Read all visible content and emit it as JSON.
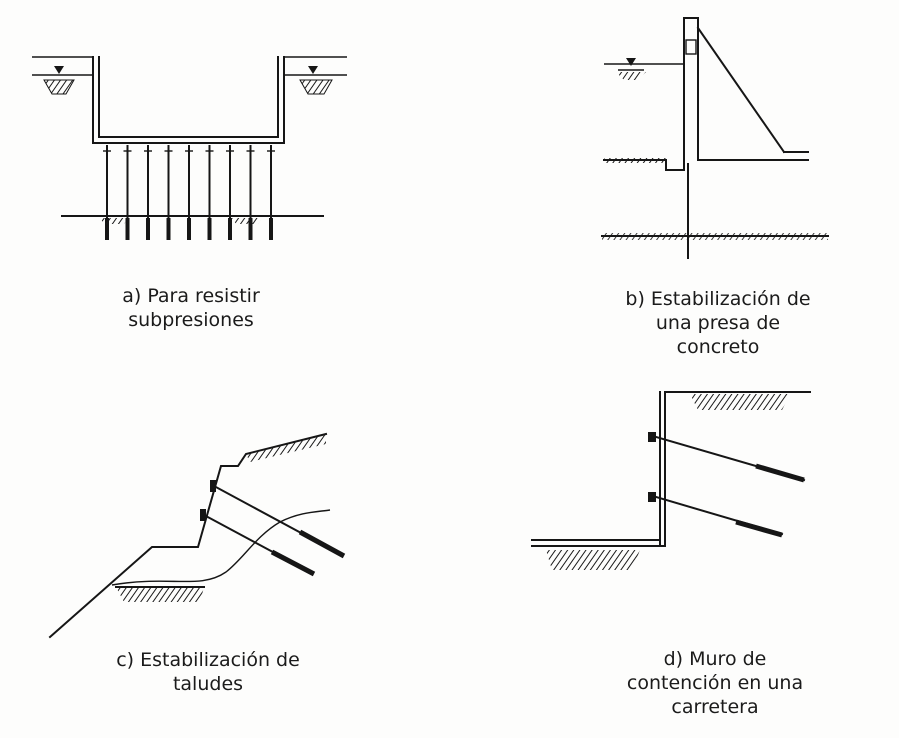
{
  "panels": [
    {
      "id": "a",
      "caption_lines": [
        "a) Para resistir",
        "subpresiones"
      ]
    },
    {
      "id": "b",
      "caption_lines": [
        "b) Estabilización de",
        "una presa de",
        "concreto"
      ]
    },
    {
      "id": "c",
      "caption_lines": [
        "c) Estabilización de",
        "taludes"
      ]
    },
    {
      "id": "d",
      "caption_lines": [
        "d) Muro de",
        "contención en una",
        "carretera"
      ]
    }
  ]
}
